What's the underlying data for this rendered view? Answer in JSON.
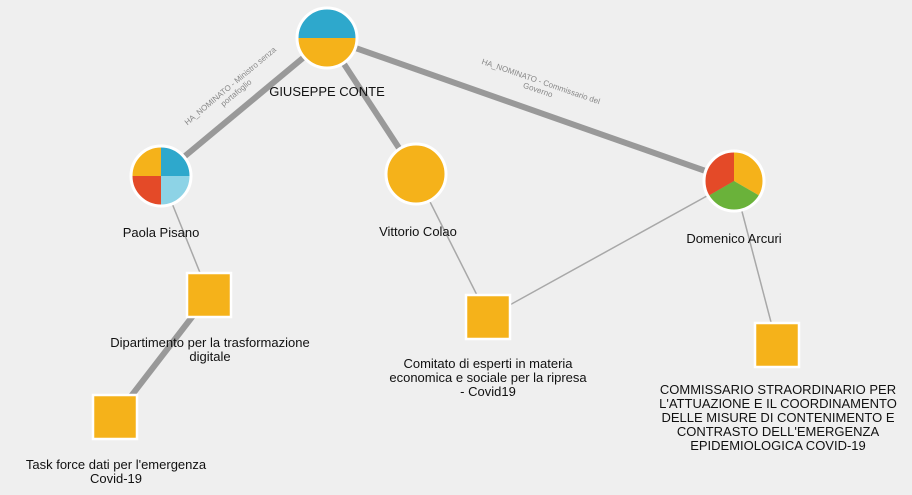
{
  "colors": {
    "background": "#efefef",
    "orange": "#f5b21a",
    "blue": "#2ea8cc",
    "light_blue": "#8dd3e6",
    "red": "#e44a28",
    "green": "#6ab23a",
    "edge_thick": "#999999",
    "edge_thin": "#a8a8a8",
    "node_stroke": "#ffffff"
  },
  "nodes": {
    "conte": {
      "label": "GIUSEPPE CONTE",
      "shape": "circle",
      "slices": [
        "blue",
        "orange"
      ]
    },
    "pisano": {
      "label": "Paola Pisano",
      "shape": "circle",
      "slices": [
        "blue",
        "light_blue",
        "red",
        "orange"
      ]
    },
    "colao": {
      "label": "Vittorio Colao",
      "shape": "circle",
      "slices": [
        "orange"
      ]
    },
    "arcuri": {
      "label": "Domenico Arcuri",
      "shape": "circle",
      "slices": [
        "orange",
        "green",
        "red"
      ]
    },
    "dipartimento": {
      "label_lines": [
        "Dipartimento per la trasformazione",
        "digitale"
      ],
      "shape": "square"
    },
    "comitato": {
      "label_lines": [
        "Comitato di esperti in materia",
        "economica e sociale per la ripresa",
        "- Covid19"
      ],
      "shape": "square"
    },
    "taskforce": {
      "label_lines": [
        "Task force dati per l'emergenza",
        "Covid-19"
      ],
      "shape": "square"
    },
    "commissario": {
      "label_lines": [
        "COMMISSARIO STRAORDINARIO PER",
        "L'ATTUAZIONE E IL COORDINAMENTO",
        "DELLE MISURE DI CONTENIMENTO E",
        "CONTRASTO DELL'EMERGENZA",
        "EPIDEMIOLOGICA COVID-19"
      ],
      "shape": "square"
    }
  },
  "edges": {
    "conte_pisano": {
      "label_lines": [
        "HA_NOMINATO - Ministro senza",
        "portafoglio"
      ]
    },
    "conte_arcuri": {
      "label_lines": [
        "HA_NOMINATO - Commissario del",
        "Governo"
      ]
    },
    "conte_colao": {},
    "pisano_dipartimento": {},
    "dipartimento_taskforce": {},
    "colao_comitato": {},
    "arcuri_comitato": {},
    "arcuri_commissario": {}
  }
}
